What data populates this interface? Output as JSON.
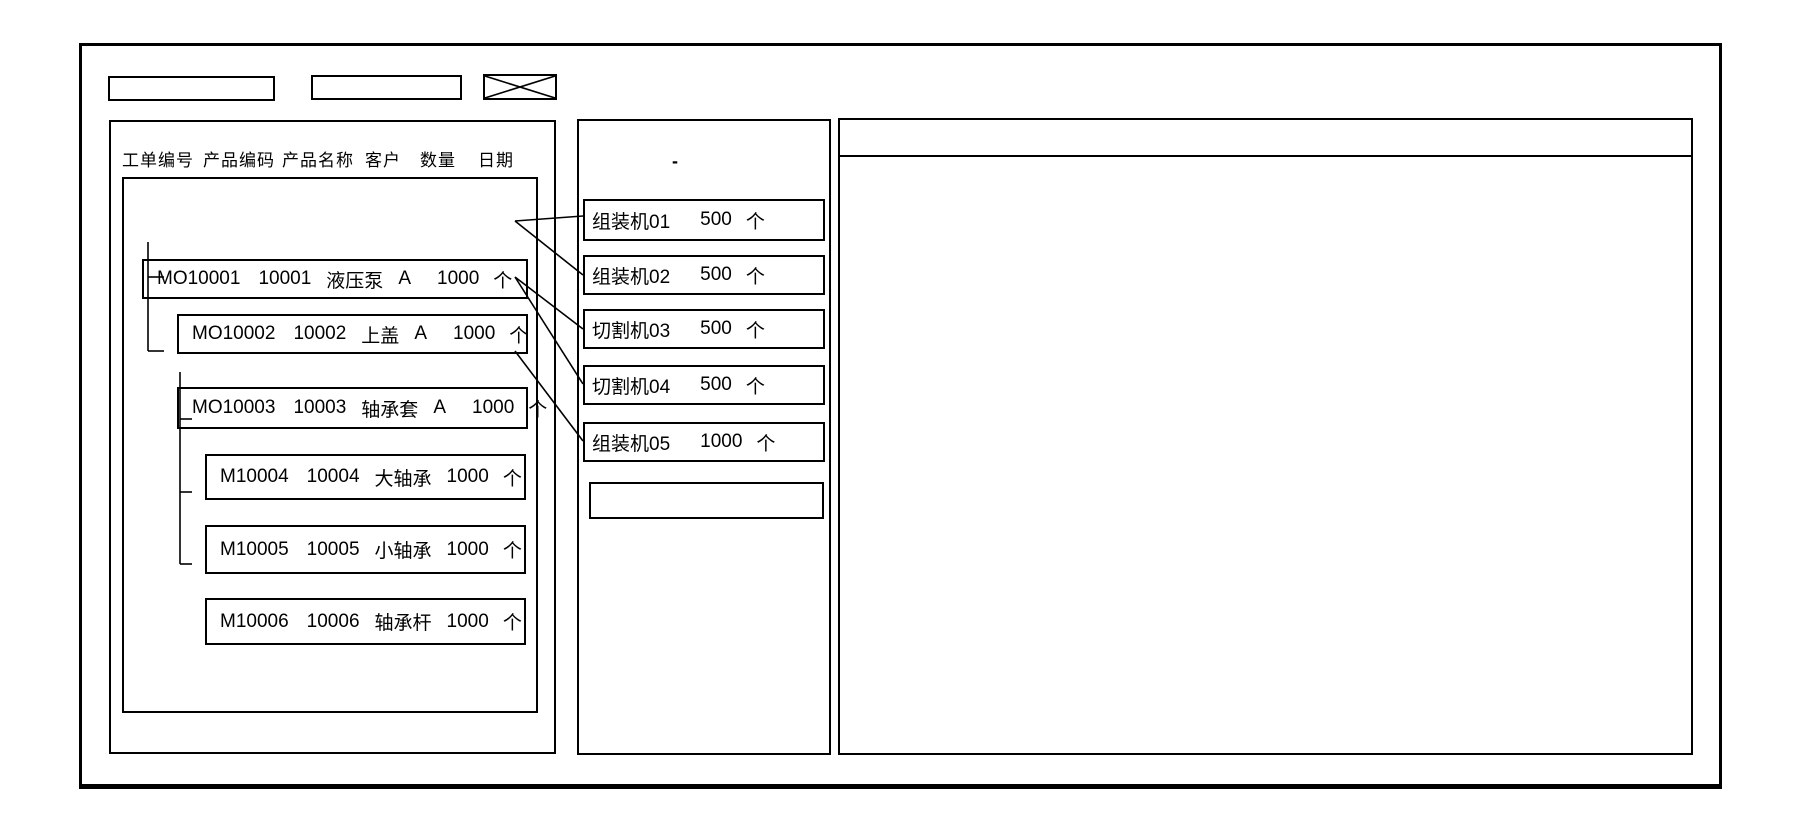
{
  "colors": {
    "stroke": "#000000",
    "background": "#ffffff"
  },
  "toolbar": {
    "field1_value": "",
    "field2_value": ""
  },
  "work_order_panel": {
    "columns": [
      "工单编号",
      "产品编码",
      "产品名称",
      "客户",
      "数量",
      "日期"
    ],
    "orders": [
      {
        "order_no": "MO10001",
        "product_code": "10001",
        "product_name": "液压泵",
        "customer": "A",
        "qty": "1000",
        "unit": "个",
        "level": 0
      },
      {
        "order_no": "MO10002",
        "product_code": "10002",
        "product_name": "上盖",
        "customer": "A",
        "qty": "1000",
        "unit": "个",
        "level": 1
      },
      {
        "order_no": "MO10003",
        "product_code": "10003",
        "product_name": "轴承套",
        "customer": "A",
        "qty": "1000",
        "unit": "个",
        "level": 1
      },
      {
        "order_no": "M10004",
        "product_code": "10004",
        "product_name": "大轴承",
        "customer": "",
        "qty": "1000",
        "unit": "个",
        "level": 2
      },
      {
        "order_no": "M10005",
        "product_code": "10005",
        "product_name": "小轴承",
        "customer": "",
        "qty": "1000",
        "unit": "个",
        "level": 2
      },
      {
        "order_no": "M10006",
        "product_code": "10006",
        "product_name": "轴承杆",
        "customer": "",
        "qty": "1000",
        "unit": "个",
        "level": 2
      }
    ]
  },
  "machine_panel": {
    "dash": "-",
    "machines": [
      {
        "name": "组装机01",
        "qty": "500",
        "unit": "个"
      },
      {
        "name": "组装机02",
        "qty": "500",
        "unit": "个"
      },
      {
        "name": "切割机03",
        "qty": "500",
        "unit": "个"
      },
      {
        "name": "切割机04",
        "qty": "500",
        "unit": "个"
      },
      {
        "name": "组装机05",
        "qty": "1000",
        "unit": "个"
      }
    ],
    "empty_slot_value": ""
  },
  "assignments": [
    {
      "from": "MO10001",
      "to": "组装机01"
    },
    {
      "from": "MO10001",
      "to": "组装机02"
    },
    {
      "from": "MO10002",
      "to": "切割机03"
    },
    {
      "from": "MO10002",
      "to": "切割机04"
    },
    {
      "from": "MO10003",
      "to": "组装机05"
    }
  ]
}
